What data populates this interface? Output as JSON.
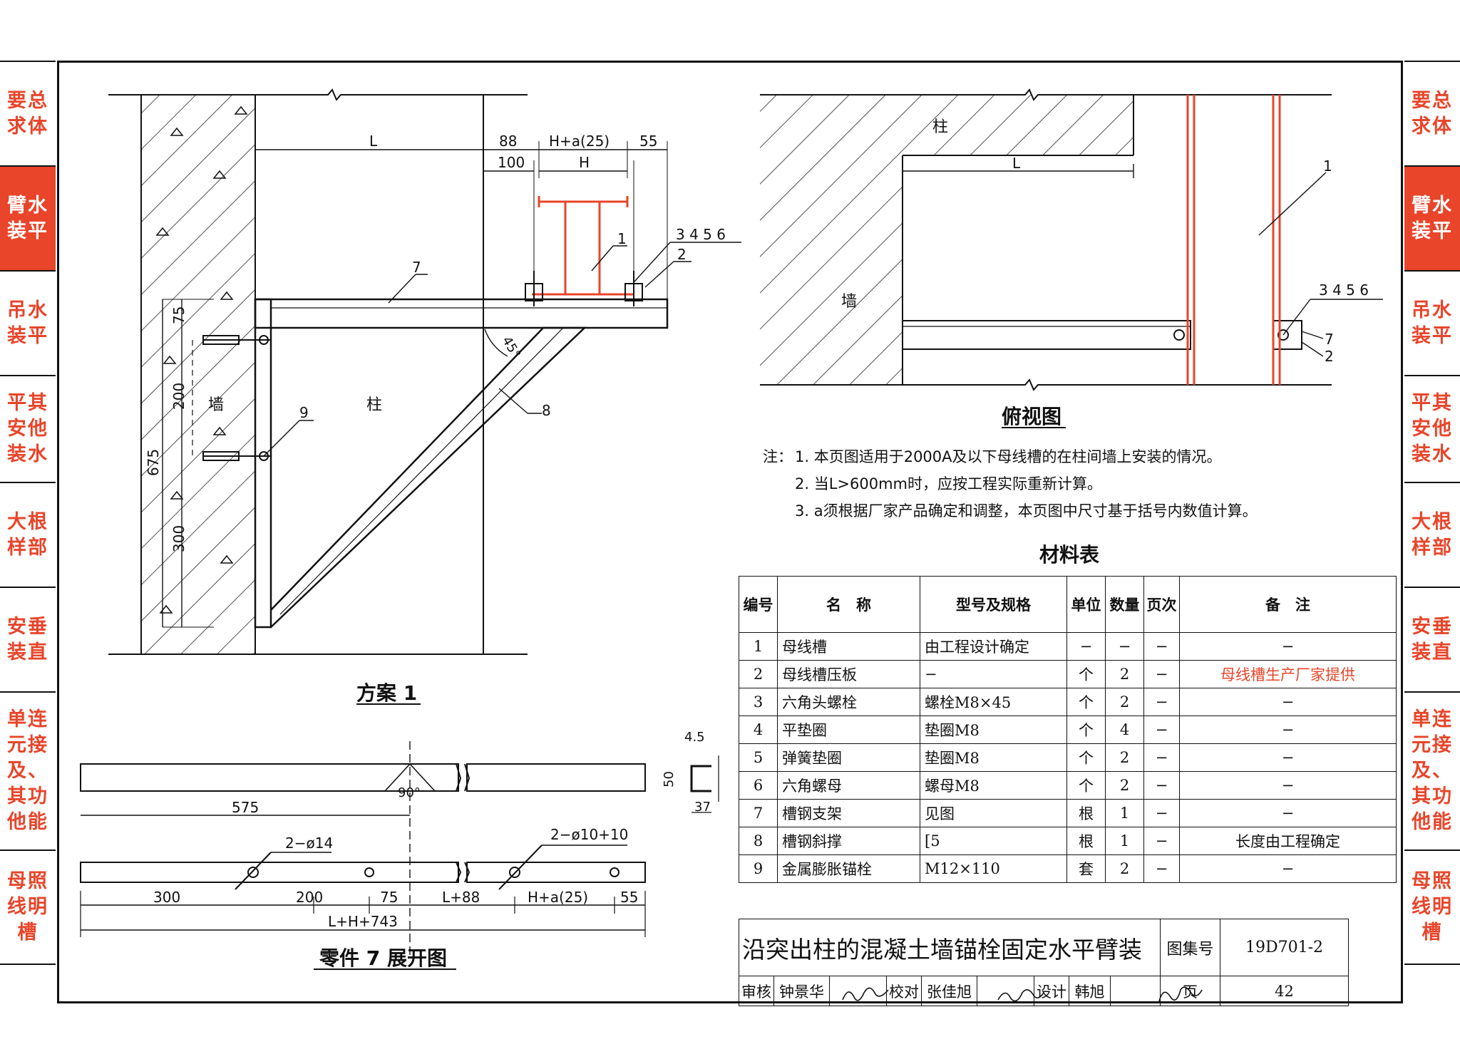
{
  "side_tabs": {
    "left": [
      {
        "line1": "要总",
        "line2": "求体",
        "active": false
      },
      {
        "line1": "臂水",
        "line2": "装平",
        "active": true
      },
      {
        "line1": "吊水",
        "line2": "装平",
        "active": false
      },
      {
        "line1": "平其",
        "line2": "安他",
        "line3": "装水",
        "active": false
      },
      {
        "line1": "大根",
        "line2": "样部",
        "active": false
      },
      {
        "line1": "安垂",
        "line2": "装直",
        "active": false
      },
      {
        "line1": "单连",
        "line2": "元接",
        "line3": "及、",
        "line4": "其功",
        "line5": "他能",
        "active": false
      },
      {
        "line1": "母照",
        "line2": "线明",
        "line3": "槽",
        "active": false
      }
    ],
    "right": [
      {
        "line1": "要总",
        "line2": "求体",
        "active": false
      },
      {
        "line1": "臂水",
        "line2": "装平",
        "active": true
      },
      {
        "line1": "吊水",
        "line2": "装平",
        "active": false
      },
      {
        "line1": "平其",
        "line2": "安他",
        "line3": "装水",
        "active": false
      },
      {
        "line1": "大根",
        "line2": "样部",
        "active": false
      },
      {
        "line1": "安垂",
        "line2": "装直",
        "active": false
      },
      {
        "line1": "单连",
        "line2": "元接",
        "line3": "及、",
        "line4": "其功",
        "line5": "他能",
        "active": false
      },
      {
        "line1": "母照",
        "line2": "线明",
        "line3": "槽",
        "active": false
      }
    ]
  },
  "scheme1": {
    "title": "方案 1",
    "wall": "墙",
    "column": "柱",
    "dims": {
      "L": "L",
      "d88": "88",
      "d100": "100",
      "ha": "H+a(25)",
      "h": "H",
      "d55": "55",
      "d75": "75",
      "d200": "200",
      "d675": "675",
      "d300": "300",
      "angle": "45°"
    },
    "labels": {
      "p1": "1",
      "p2": "2",
      "p3456": "3 4 5 6",
      "p7": "7",
      "p8": "8",
      "p9": "9"
    }
  },
  "plan_view": {
    "title": "俯视图",
    "column": "柱",
    "wall": "墙",
    "dim_L": "L",
    "labels": {
      "p1": "1",
      "p3456": "3 4 5 6",
      "p7": "7",
      "p2": "2"
    }
  },
  "notes": {
    "prefix": "注：",
    "items": [
      "1. 本页图适用于2000A及以下母线槽的在柱间墙上安装的情况。",
      "2. 当L>600mm时，应按工程实际重新计算。",
      "3. a须根据厂家产品确定和调整，本页图中尺寸基于括号内数值计算。"
    ]
  },
  "part7": {
    "title": "零件 7 展开图",
    "angle": "90°",
    "d575": "575",
    "hole1": "2−ø14",
    "hole2": "2−ø10+10",
    "dims": [
      "300",
      "200",
      "75",
      "L+88",
      "H+a(25)",
      "55"
    ],
    "total": "L+H+743",
    "section": {
      "d45": "4.5",
      "d50": "50",
      "d37": "37"
    }
  },
  "materials": {
    "title": "材料表",
    "headers": [
      "编号",
      "名　称",
      "型号及规格",
      "单位",
      "数量",
      "页次",
      "备　注"
    ],
    "rows": [
      [
        "1",
        "母线槽",
        "由工程设计确定",
        "−",
        "−",
        "−",
        "−"
      ],
      [
        "2",
        "母线槽压板",
        "−",
        "个",
        "2",
        "−",
        "母线槽生产厂家提供"
      ],
      [
        "3",
        "六角头螺栓",
        "螺栓M8×45",
        "个",
        "2",
        "−",
        "−"
      ],
      [
        "4",
        "平垫圈",
        "垫圈M8",
        "个",
        "4",
        "−",
        "−"
      ],
      [
        "5",
        "弹簧垫圈",
        "垫圈M8",
        "个",
        "2",
        "−",
        "−"
      ],
      [
        "6",
        "六角螺母",
        "螺母M8",
        "个",
        "2",
        "−",
        "−"
      ],
      [
        "7",
        "槽钢支架",
        "见图",
        "根",
        "1",
        "−",
        "−"
      ],
      [
        "8",
        "槽钢斜撑",
        "[5",
        "根",
        "1",
        "−",
        "长度由工程确定"
      ],
      [
        "9",
        "金属膨胀锚栓",
        "M12×110",
        "套",
        "2",
        "−",
        "−"
      ]
    ]
  },
  "title_block": {
    "title": "沿突出柱的混凝土墙锚栓固定水平臂装",
    "atlas_label": "图集号",
    "atlas_no": "19D701-2",
    "review_label": "审核",
    "reviewer": "钟景华",
    "check_label": "校对",
    "checker": "张佳旭",
    "design_label": "设计",
    "designer": "韩旭",
    "page_label": "页",
    "page_no": "42"
  },
  "colors": {
    "accent": "#e8452a",
    "line": "#111111"
  }
}
